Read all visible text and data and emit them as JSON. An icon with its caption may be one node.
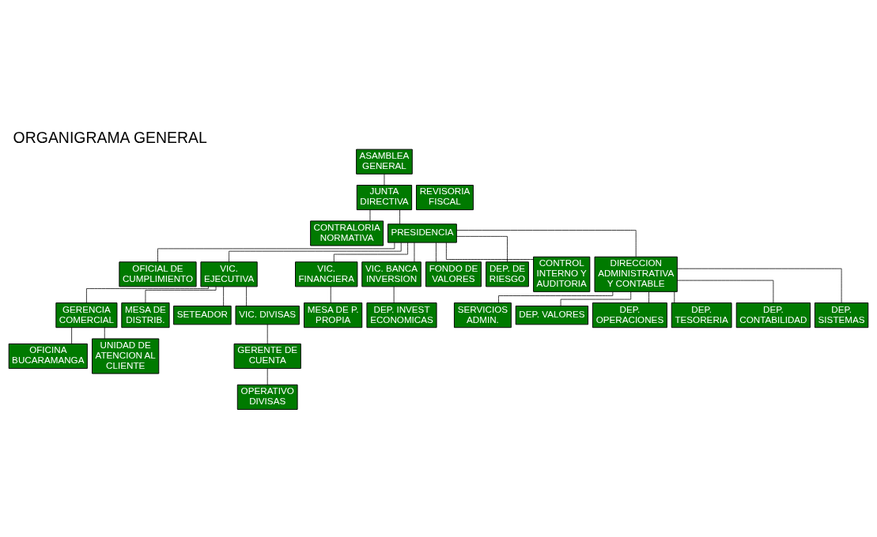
{
  "diagram": {
    "title": "ORGANIGRAMA GENERAL",
    "nodes": [
      {
        "text": [
          "ASAMBLEA GENERAL"
        ]
      },
      {
        "text": [
          "REVISORIA FISCAL"
        ]
      },
      {
        "text": [
          "JUNTA DIRECTIVA"
        ]
      },
      {
        "text": [
          "CONTRALORIA NORMATIVA"
        ]
      },
      {
        "text": [
          "PRESIDENCIA"
        ]
      },
      {
        "text": [
          "OFICIAL DE CUMPLIMIENTO"
        ]
      },
      {
        "text": [
          "VIC. EJECUTIVA"
        ]
      },
      {
        "text": [
          "VIC. FINANCIERA"
        ]
      },
      {
        "text": [
          "VIC. BANCA INVERSION"
        ]
      },
      {
        "text": [
          "FONDO DE VALORES"
        ]
      },
      {
        "text": [
          "DEP. DE RIESGO"
        ]
      },
      {
        "text": [
          "CONTROL INTERNO Y AUDITORIA"
        ]
      },
      {
        "text": [
          "DIRECCION ADMINISTRATIVA Y CONTABLE"
        ]
      },
      {
        "text": [
          "GERENCIA COMERCIAL"
        ]
      },
      {
        "text": [
          "MESA DE DISTRIB."
        ]
      },
      {
        "text": [
          "SETEADOR"
        ]
      },
      {
        "text": [
          "VIC. DIVISAS"
        ]
      },
      {
        "text": [
          "MESA DE P. PROPIA"
        ]
      },
      {
        "text": [
          "DEP. INVEST ECONOMICAS"
        ]
      },
      {
        "text": [
          "OFICINA BUCARAMANGA"
        ]
      },
      {
        "text": [
          "UNIDAD DE ATENCION AL CLIENTE"
        ]
      },
      {
        "text": [
          "GERENTE DE CUENTA"
        ]
      },
      {
        "text": [
          "OPERATIVO DIVISAS"
        ]
      },
      {
        "text": [
          "SERVICIOS ADMIN."
        ]
      },
      {
        "text": [
          "DEP. VALORES"
        ]
      },
      {
        "text": [
          "DEP. OPERACIONES"
        ]
      },
      {
        "text": [
          "DEP. TESORERIA"
        ]
      },
      {
        "text": [
          "DEP. CONTABILIDAD"
        ]
      },
      {
        "text": [
          "DEP. SISTEMAS"
        ]
      }
    ],
    "edges": [
      {
        "from": 0,
        "to": 2,
        "arrow": "none"
      },
      {
        "from": 2,
        "to": 3,
        "arrow": "none"
      },
      {
        "from": 2,
        "to": 4,
        "arrow": "none"
      },
      {
        "from": 4,
        "to": 5,
        "arrow": "none"
      },
      {
        "from": 4,
        "to": 6,
        "arrow": "none"
      },
      {
        "from": 4,
        "to": 7,
        "arrow": "none"
      },
      {
        "from": 4,
        "to": 8,
        "arrow": "none"
      },
      {
        "from": 4,
        "to": 12,
        "arrow": "none"
      },
      {
        "from": 4,
        "to": 9,
        "arrow": "none"
      },
      {
        "from": 4,
        "to": 10,
        "arrow": "none"
      },
      {
        "from": 4,
        "to": 11,
        "arrow": "none"
      },
      {
        "from": 6,
        "to": 13,
        "arrow": "none"
      },
      {
        "from": 6,
        "to": 14,
        "arrow": "none"
      },
      {
        "from": 6,
        "to": 15,
        "arrow": "none"
      },
      {
        "from": 6,
        "to": 16,
        "arrow": "none"
      },
      {
        "from": 13,
        "to": 19,
        "arrow": "none"
      },
      {
        "from": 13,
        "to": 20,
        "arrow": "none"
      },
      {
        "from": 16,
        "to": 21,
        "arrow": "none"
      },
      {
        "from": 21,
        "to": 22,
        "arrow": "none"
      },
      {
        "from": 7,
        "to": 17,
        "arrow": "none"
      },
      {
        "from": 8,
        "to": 18,
        "arrow": "none"
      },
      {
        "from": 12,
        "to": 23,
        "arrow": "none"
      },
      {
        "from": 12,
        "to": 24,
        "arrow": "none"
      },
      {
        "from": 12,
        "to": 25,
        "arrow": "none"
      },
      {
        "from": 12,
        "to": 26,
        "arrow": "none"
      },
      {
        "from": 12,
        "to": 27,
        "arrow": "none"
      },
      {
        "from": 12,
        "to": 28,
        "arrow": "none"
      }
    ]
  }
}
